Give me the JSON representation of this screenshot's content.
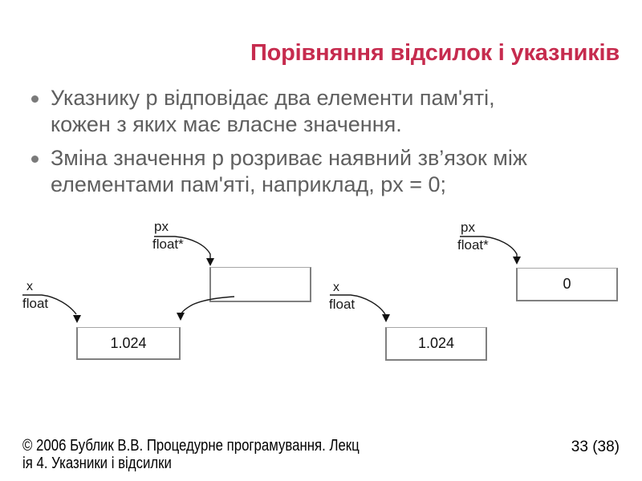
{
  "title": "Порівняння відсилок і указників",
  "bullets": [
    {
      "line1": "Указнику p відповідає два елементи пам'яті,",
      "line2": "кожен з яких має власне значення."
    },
    {
      "line1": "Зміна значення p розриває наявний зв’язок між",
      "line2": "елементами пам'яті, наприклад, px = 0;"
    }
  ],
  "diagrams": {
    "left": {
      "pointer_name": "px",
      "pointer_type": "float*",
      "variable_name": "x",
      "variable_type": "float",
      "pointer_box_value": "",
      "variable_box_value": "1.024"
    },
    "right": {
      "pointer_name": "px",
      "pointer_type": "float*",
      "variable_name": "x",
      "variable_type": "float",
      "pointer_box_value": "0",
      "variable_box_value": "1.024"
    }
  },
  "footer": {
    "copyright_line1": "© 2006 Бублик В.В. Процедурне програмування. Лекц",
    "copyright_line2": "ія 4. Указники і відсилки",
    "page": "33 (38)"
  },
  "colors": {
    "title": "#c62b4e",
    "body_text": "#5f5f5f",
    "box_border": "#808080",
    "arrow": "#1a1a1a"
  }
}
